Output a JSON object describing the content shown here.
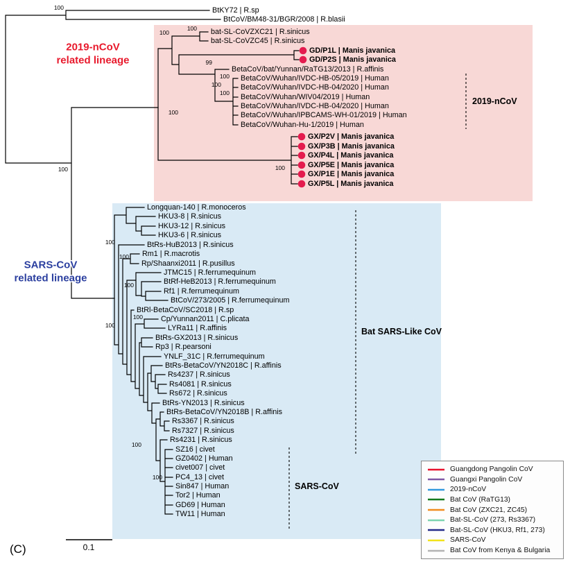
{
  "figure": {
    "panel_label": "(C)",
    "scale_bar_value": "0.1"
  },
  "colors": {
    "ncov_lineage_box": "#f8d8d6",
    "sars_lineage_box": "#d9eaf5",
    "pangolin_dot": "#e41b4e",
    "ncov_lineage_label": "#e8192c",
    "sars_lineage_label": "#2b3f9f"
  },
  "lineage_labels": {
    "ncov": {
      "line1": "2019-nCoV",
      "line2": "related lineage"
    },
    "sars": {
      "line1": "SARS-CoV",
      "line2": "related lineage"
    }
  },
  "clade_annotations": {
    "ncov": "2019-nCoV",
    "bat_sars_like": "Bat SARS-Like CoV",
    "sars": "SARS-CoV"
  },
  "bootstraps": [
    "100",
    "100",
    "100",
    "100",
    "99",
    "100",
    "100",
    "100",
    "100",
    "100",
    "100",
    "100",
    "100",
    "100",
    "100",
    "100",
    "100"
  ],
  "taxa": [
    {
      "label": "BtKY72 | R.sp"
    },
    {
      "label": "BtCoV/BM48-31/BGR/2008 | R.blasii"
    },
    {
      "label": "bat-SL-CoVZXC21 | R.sinicus"
    },
    {
      "label": "bat-SL-CoVZC45 | R.sinicus"
    },
    {
      "label": "GD/P1L | Manis javanica",
      "bold": true,
      "red_dot": true
    },
    {
      "label": "GD/P2S | Manis javanica",
      "bold": true,
      "red_dot": true
    },
    {
      "label": "BetaCoV/bat/Yunnan/RaTG13/2013 | R.affinis"
    },
    {
      "label": "BetaCoV/Wuhan/IVDC-HB-05/2019 | Human"
    },
    {
      "label": "BetaCoV/Wuhan/IVDC-HB-04/2020 | Human"
    },
    {
      "label": "BetaCoV/Wuhan/WIV04/2019 | Human"
    },
    {
      "label": "BetaCoV/Wuhan/IVDC-HB-04/2020 | Human"
    },
    {
      "label": "BetaCoV/Wuhan/IPBCAMS-WH-01/2019 | Human"
    },
    {
      "label": "BetaCoV/Wuhan-Hu-1/2019 | Human"
    },
    {
      "label": "GX/P2V | Manis javanica",
      "bold": true,
      "red_dot": true
    },
    {
      "label": "GX/P3B | Manis javanica",
      "bold": true,
      "red_dot": true
    },
    {
      "label": "GX/P4L | Manis javanica",
      "bold": true,
      "red_dot": true
    },
    {
      "label": "GX/P5E | Manis javanica",
      "bold": true,
      "red_dot": true
    },
    {
      "label": "GX/P1E | Manis javanica",
      "bold": true,
      "red_dot": true
    },
    {
      "label": "GX/P5L | Manis javanica",
      "bold": true,
      "red_dot": true
    },
    {
      "label": "Longquan-140 | R.monoceros"
    },
    {
      "label": "HKU3-8 | R.sinicus"
    },
    {
      "label": "HKU3-12 | R.sinicus"
    },
    {
      "label": "HKU3-6 | R.sinicus"
    },
    {
      "label": "BtRs-HuB2013 | R.sinicus"
    },
    {
      "label": "Rm1 | R.macrotis"
    },
    {
      "label": "Rp/Shaanxi2011 | R.pusillus"
    },
    {
      "label": "JTMC15 | R.ferrumequinum"
    },
    {
      "label": "BtRf-HeB2013 | R.ferrumequinum"
    },
    {
      "label": "Rf1 | R.ferrumequinum"
    },
    {
      "label": "BtCoV/273/2005 | R.ferrumequinum"
    },
    {
      "label": "BtRl-BetaCoV/SC2018 | R.sp"
    },
    {
      "label": "Cp/Yunnan2011 | C.plicata"
    },
    {
      "label": "LYRa11 | R.affinis"
    },
    {
      "label": "BtRs-GX2013 | R.sinicus"
    },
    {
      "label": "Rp3 | R.pearsoni"
    },
    {
      "label": "YNLF_31C | R.ferrumequinum"
    },
    {
      "label": "BtRs-BetaCoV/YN2018C | R.affinis"
    },
    {
      "label": "Rs4237 | R.sinicus"
    },
    {
      "label": "Rs4081 | R.sinicus"
    },
    {
      "label": "Rs672 | R.sinicus"
    },
    {
      "label": "BtRs-YN2013 | R.sinicus"
    },
    {
      "label": "BtRs-BetaCoV/YN2018B | R.affinis"
    },
    {
      "label": "Rs3367 | R.sinicus"
    },
    {
      "label": "Rs7327 | R.sinicus"
    },
    {
      "label": "Rs4231 | R.sinicus"
    },
    {
      "label": "SZ16 | civet"
    },
    {
      "label": "GZ0402 | Human"
    },
    {
      "label": "civet007 | civet"
    },
    {
      "label": "PC4_13 | civet"
    },
    {
      "label": "Sin847 | Human"
    },
    {
      "label": "Tor2 | Human"
    },
    {
      "label": "GD69 | Human"
    },
    {
      "label": "TW11 | Human"
    }
  ],
  "legend": {
    "items": [
      {
        "label": "Guangdong Pangolin CoV",
        "color": "#e8112d"
      },
      {
        "label": "Guangxi Pangolin CoV",
        "color": "#7e57a5"
      },
      {
        "label": "2019-nCoV",
        "color": "#3399dd"
      },
      {
        "label": "Bat CoV (RaTG13)",
        "color": "#147a1e"
      },
      {
        "label": "Bat CoV (ZXC21, ZC45)",
        "color": "#f08c1e"
      },
      {
        "label": "Bat-SL-CoV (273, Rs3367)",
        "color": "#7dd4b0"
      },
      {
        "label": "Bat-SL-CoV (HKU3, Rf1, 273)",
        "color": "#242a8a"
      },
      {
        "label": "SARS-CoV",
        "color": "#f2e219"
      },
      {
        "label": "Bat CoV from Kenya & Bulgaria",
        "color": "#b3b3b3"
      }
    ]
  }
}
